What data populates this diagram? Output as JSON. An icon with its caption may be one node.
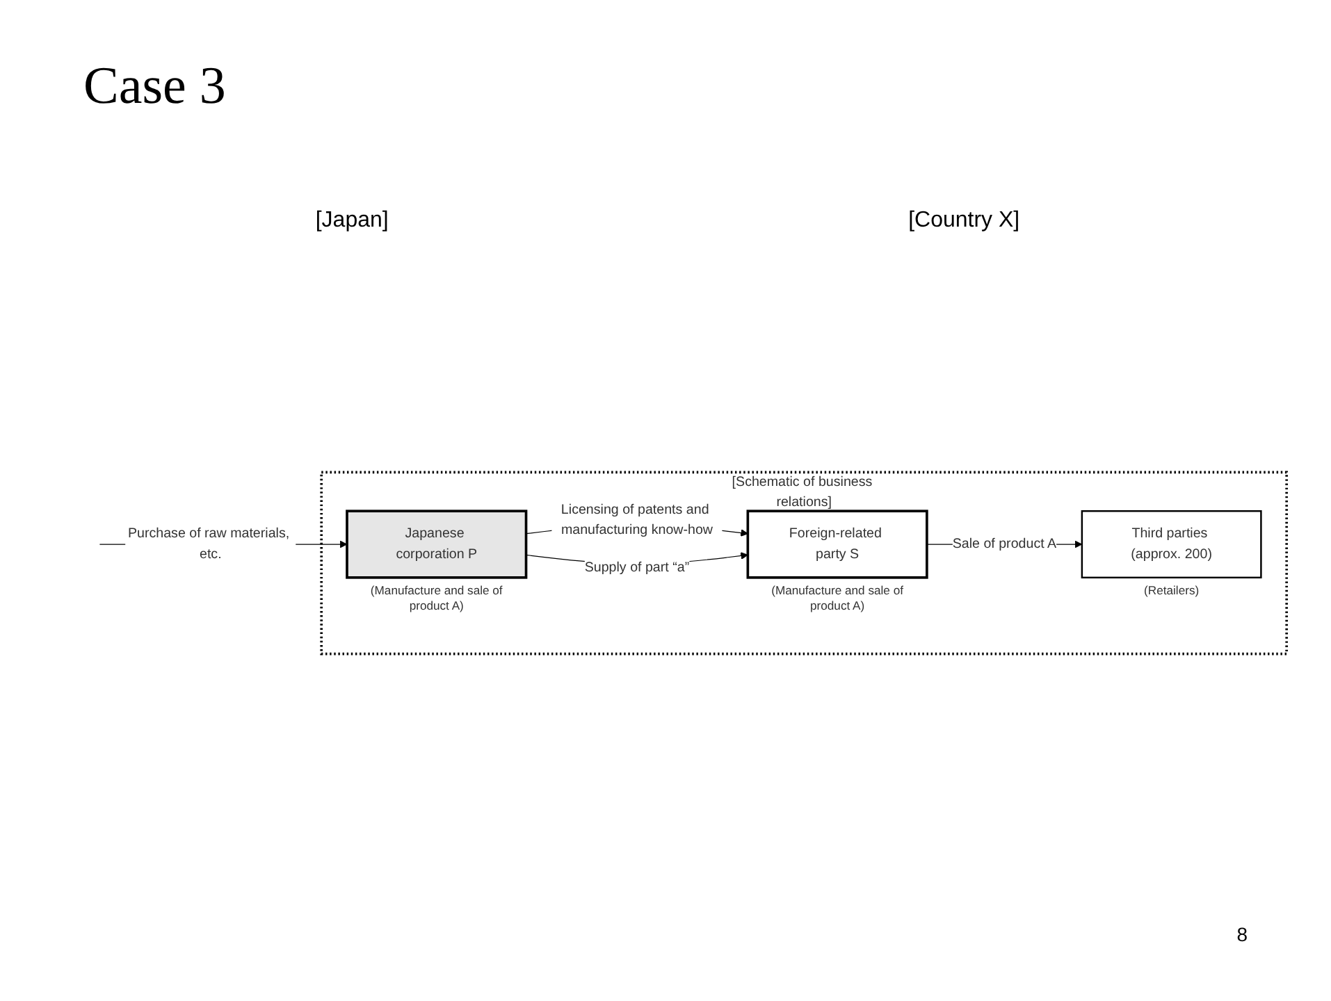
{
  "diagram": {
    "title": "Case 3",
    "nodes": [
      {
        "text": [
          "[Schematic of business relations]"
        ]
      },
      {
        "text": [
          "Japanese corporation P"
        ],
        "beside": [
          "(Manufacture and sale of product A)"
        ],
        "in": 0
      },
      {
        "text": [
          "Foreign-related party S"
        ],
        "beside": [
          "(Manufacture and sale of product A)"
        ],
        "in": 0
      },
      {
        "text": [
          "Third parties (approx. 200)"
        ],
        "beside": [
          "(Retailers)"
        ],
        "in": 0
      }
    ],
    "edges": [
      {
        "from": null,
        "to": 1,
        "arrow": "to",
        "label": "Purchase of raw materials, etc."
      },
      {
        "from": 1,
        "to": 2,
        "arrow": "to",
        "label": "Licensing of patents and manufacturing know-how"
      },
      {
        "from": 1,
        "to": 2,
        "arrow": "to",
        "label": "Supply of part “a”"
      },
      {
        "from": 2,
        "to": 3,
        "arrow": "to",
        "label": "Sale of product A"
      }
    ],
    "labels": [
      "[Japan]",
      "[Country X]",
      "8"
    ]
  }
}
